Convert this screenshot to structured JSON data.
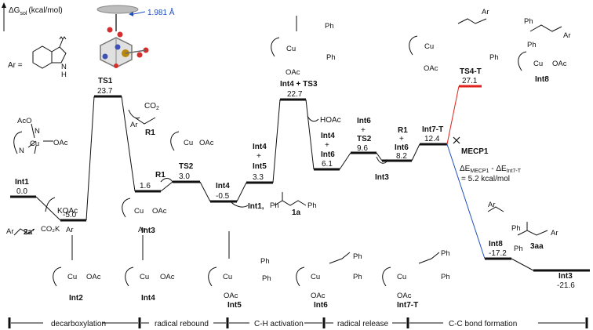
{
  "axis": {
    "label": "ΔG",
    "sub": "sol",
    "unit": "(kcal/mol)"
  },
  "bond_label": "1.981 Å",
  "ar_label": "Ar =",
  "mecp": {
    "label": "MECP1",
    "eq_a": "ΔE",
    "eq_a_sub": "MECP1",
    "eq_b": " - ΔE",
    "eq_b_sub": "Int7-T",
    "eq_val": "= 5.2 kcal/mol"
  },
  "levels": [
    {
      "name": "Int1",
      "value": "0.0"
    },
    {
      "name": "",
      "value": "-5.0"
    },
    {
      "name": "TS1",
      "value": "23.7"
    },
    {
      "name": "",
      "value": "1.6"
    },
    {
      "name": "TS2",
      "value": "3.0"
    },
    {
      "name": "Int4",
      "value": "-0.5"
    },
    {
      "name": "Int4 + Int5",
      "value": "3.3"
    },
    {
      "name": "Int4 + TS3",
      "value": "22.7"
    },
    {
      "name": "Int4 + Int6",
      "value": "6.1"
    },
    {
      "name": "Int6 + TS2",
      "value": "9.6"
    },
    {
      "name": "R1 + Int6",
      "value": "8.2"
    },
    {
      "name": "Int7-T",
      "value": "12.4"
    },
    {
      "name": "TS4-T",
      "value": "27.1"
    },
    {
      "name": "Int8",
      "value": "-17.2"
    },
    {
      "name": "Int3",
      "value": "-21.6"
    }
  ],
  "side_labels": {
    "koac": "KOAc",
    "twoa": "2a'",
    "co2": "CO",
    "r1_top": "R1",
    "r1_mid": "R1",
    "int3_a": "Int3",
    "hoac": "HOAc",
    "int1_1a": "Int1,",
    "one_a": "1a",
    "int3_b": "Int3",
    "three_aa": "3aa"
  },
  "struct_names": [
    "Int2",
    "Int4",
    "Int5",
    "Int6",
    "Int7-T",
    "Int3",
    "Int8"
  ],
  "atoms": {
    "cu": "Cu",
    "n": "N",
    "oac": "OAc",
    "aco": "AcO",
    "o": "O",
    "ph": "Ph",
    "ar": "Ar",
    "h": "H",
    "co2k": "CO₂K"
  },
  "stages": [
    "decarboxylation",
    "radical rebound",
    "C-H activation",
    "radical release",
    "C-C bond formation"
  ]
}
